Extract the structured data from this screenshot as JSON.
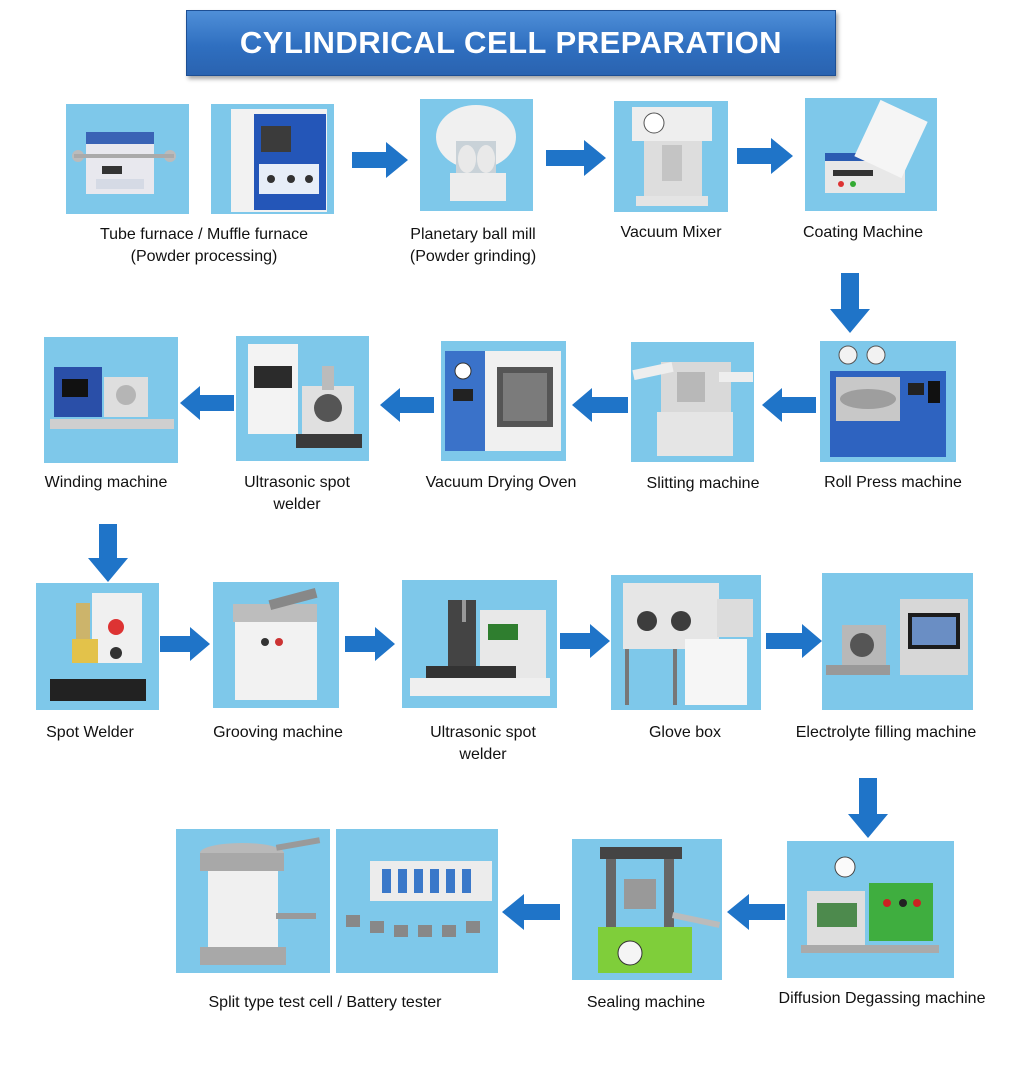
{
  "title": "CYLINDRICAL CELL PREPARATION",
  "colors": {
    "banner": "#2f6fc0",
    "photo_bg": "#7ec8ea",
    "arrow": "#1f74c8"
  },
  "steps": [
    {
      "name": "Tube furnace / Muffle furnace",
      "note": "(Powder processing)"
    },
    {
      "name": "Planetary ball mill",
      "note": "(Powder grinding)"
    },
    {
      "name": "Vacuum Mixer"
    },
    {
      "name": "Coating Machine"
    },
    {
      "name": "Roll Press machine"
    },
    {
      "name": "Slitting machine"
    },
    {
      "name": "Vacuum Drying Oven"
    },
    {
      "name": "Ultrasonic spot",
      "name2": "welder"
    },
    {
      "name": "Winding machine"
    },
    {
      "name": "Spot Welder"
    },
    {
      "name": "Grooving machine"
    },
    {
      "name": "Ultrasonic spot",
      "name2": "welder"
    },
    {
      "name": "Glove box"
    },
    {
      "name": "Electrolyte filling machine"
    },
    {
      "name": "Diffusion Degassing machine"
    },
    {
      "name": "Sealing machine"
    },
    {
      "name": "Split type test cell / Battery tester"
    }
  ]
}
